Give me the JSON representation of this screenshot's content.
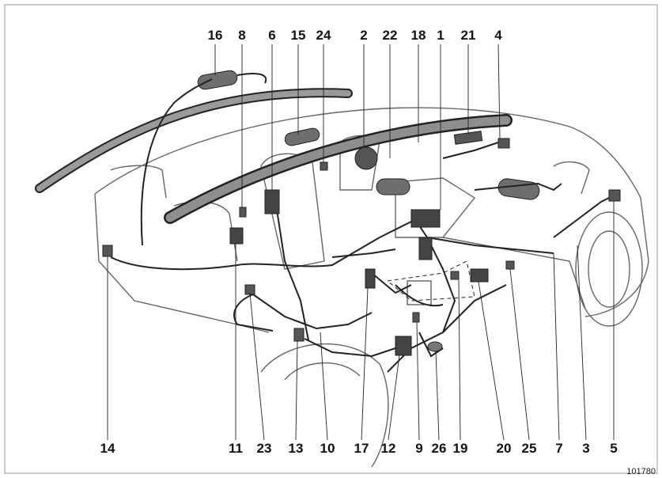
{
  "figure": {
    "top_labels": [
      "16",
      "8",
      "6",
      "15",
      "24",
      "2",
      "22",
      "18",
      "1",
      "21",
      "4"
    ],
    "bottom_labels": [
      "14",
      "11",
      "23",
      "13",
      "10",
      "17",
      "12",
      "9",
      "26",
      "19",
      "20",
      "25",
      "7",
      "3",
      "5"
    ],
    "reference_number": "101780"
  },
  "colors": {
    "line": "#222222",
    "fill_dark": "#555555",
    "fill_mid": "#8a8a8a",
    "background": "#ffffff"
  }
}
